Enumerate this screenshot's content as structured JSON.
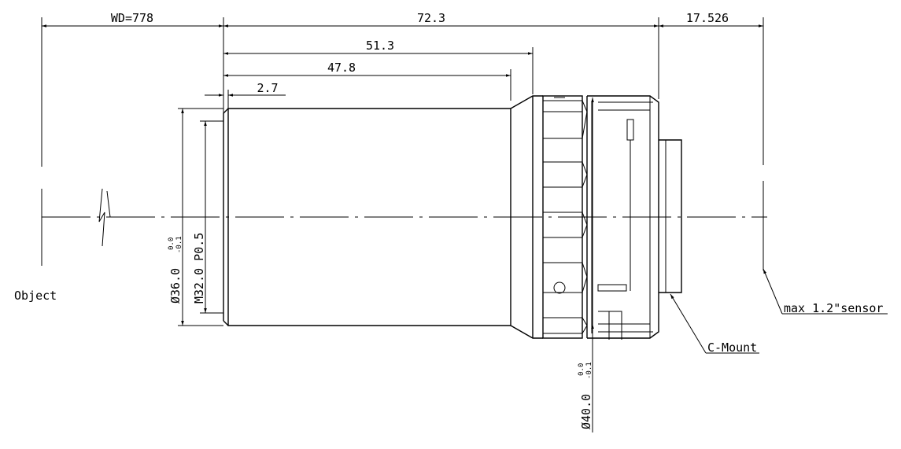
{
  "dimensions": {
    "wd": "WD=778",
    "overall_length": "72.3",
    "flange_back": "17.526",
    "len_51": "51.3",
    "len_47": "47.8",
    "len_2_7": "2.7",
    "dia_36": "Ø36.0",
    "dia_36_tol_upper": "0.0",
    "dia_36_tol_lower": "-0.1",
    "thread": "M32.0 P0.5",
    "dia_40": "Ø40.0",
    "dia_40_tol_upper": "0.0",
    "dia_40_tol_lower": "-0.1"
  },
  "labels": {
    "object": "Object",
    "sensor": "max 1.2\"sensor",
    "mount": "C-Mount"
  }
}
